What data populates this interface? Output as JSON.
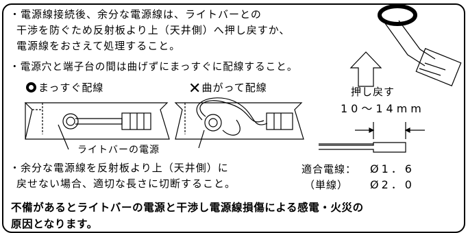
{
  "bullets": {
    "b1_line1": "・電源線接続後、余分な電源線は、ライトバーとの",
    "b1_line2": "干渉を防ぐため反射板より上（天井側）へ押し戻すか、",
    "b1_line3": "電源線をおさえて処理すること。",
    "b2_line1": "・電源穴と端子台の間は曲げずにまっすぐに配線すること。",
    "b3_line1": "・余分な電源線を反射板より上（天井側）に",
    "b3_line2": "戻せない場合、適切な長さに切断すること。"
  },
  "figure": {
    "ok_label": "まっすぐ配線",
    "ng_label": "曲がって配線",
    "push_back": "押し戻す",
    "strip_length": "10～14mm",
    "light_bar_power": "ライトバーの電源"
  },
  "wire_spec": {
    "label": "適合電線：",
    "value1": "Ø1．6",
    "sub_label": "（単線）",
    "value2": "Ø2．0"
  },
  "warning": {
    "line1": "不備があるとライトバーの電源と干渉し電源線損傷による感電・火災の",
    "line2": "原因となります。"
  },
  "colors": {
    "ok_mark": "#000000",
    "ng_mark": "#000000"
  }
}
